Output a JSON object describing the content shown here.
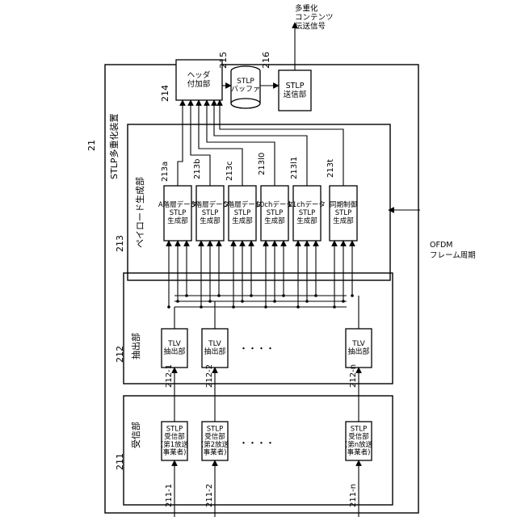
{
  "device": {
    "ref": "21",
    "title": "STLP多重化装置"
  },
  "sections": {
    "receiver": {
      "ref": "211",
      "title": "受信部"
    },
    "extractor": {
      "ref": "212",
      "title": "抽出部"
    },
    "payload": {
      "ref": "213",
      "title": "ペイロード生成部"
    }
  },
  "receivers": [
    {
      "ref": "211-1",
      "lines": [
        "STLP",
        "受信部",
        "(第1放送",
        "事業者)"
      ]
    },
    {
      "ref": "211-2",
      "lines": [
        "STLP",
        "受信部",
        "(第2放送",
        "事業者)"
      ]
    },
    {
      "ref": "211-n",
      "lines": [
        "STLP",
        "受信部",
        "(第n放送",
        "事業者)"
      ]
    }
  ],
  "extractors": [
    {
      "ref": "212-1",
      "lines": [
        "TLV",
        "抽出部"
      ]
    },
    {
      "ref": "212-2",
      "lines": [
        "TLV",
        "抽出部"
      ]
    },
    {
      "ref": "212-n",
      "lines": [
        "TLV",
        "抽出部"
      ]
    }
  ],
  "ellipsis": "・・・・",
  "generators": [
    {
      "ref": "213a",
      "lines": [
        "A階層データ",
        "STLP",
        "生成部"
      ]
    },
    {
      "ref": "213b",
      "lines": [
        "B階層データ",
        "STLP",
        "生成部"
      ]
    },
    {
      "ref": "213c",
      "lines": [
        "C階層データ",
        "STLP",
        "生成部"
      ]
    },
    {
      "ref": "213l0",
      "lines": [
        "L0chデータ",
        "STLP",
        "生成部"
      ]
    },
    {
      "ref": "213l1",
      "lines": [
        "L1chデータ",
        "STLP",
        "生成部"
      ]
    },
    {
      "ref": "213t",
      "lines": [
        "同期制御",
        "STLP",
        "生成部"
      ]
    }
  ],
  "ofdm_input": {
    "lines": [
      "OFDM",
      "フレーム周期"
    ]
  },
  "header": {
    "ref": "214",
    "lines": [
      "ヘッダ",
      "付加部"
    ]
  },
  "buffer": {
    "ref": "215",
    "lines": [
      "STLP",
      "バッファ"
    ]
  },
  "transmitter": {
    "ref": "216",
    "lines": [
      "STLP",
      "送信部"
    ]
  },
  "output": {
    "lines": [
      "多重化",
      "コンテンツ",
      "伝送信号"
    ]
  }
}
